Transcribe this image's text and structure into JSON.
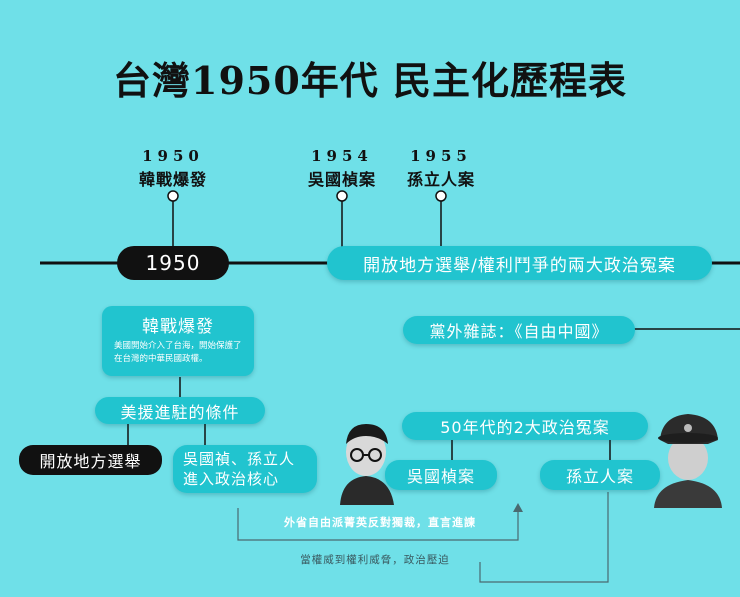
{
  "title": "台灣1950年代  民主化歷程表",
  "markers": [
    {
      "year": "1950",
      "event": "韓戰爆發"
    },
    {
      "year": "1954",
      "event": "吳國楨案"
    },
    {
      "year": "1955",
      "event": "孫立人案"
    }
  ],
  "timeline": {
    "year_pill": "1950",
    "period_pill": "開放地方選舉/權利鬥爭的兩大政治冤案"
  },
  "korean_war": {
    "title": "韓戰爆發",
    "desc": "美國開始介入了台海，開始保護了在台灣的中華民國政權。"
  },
  "us_aid": "美援進駐的條件",
  "local_election": "開放地方選舉",
  "wu_sun": "吳國禎、孫立人\n進入政治核心",
  "free_china": "黨外雜誌：《自由中國》",
  "cases_title": "50年代的2大政治冤案",
  "case_wu": "吳國楨案",
  "case_sun": "孫立人案",
  "note_critique": "外省自由派菁英反對獨裁，直言進諫",
  "note_pressure": "當權威到權利威脅，政治壓迫"
}
